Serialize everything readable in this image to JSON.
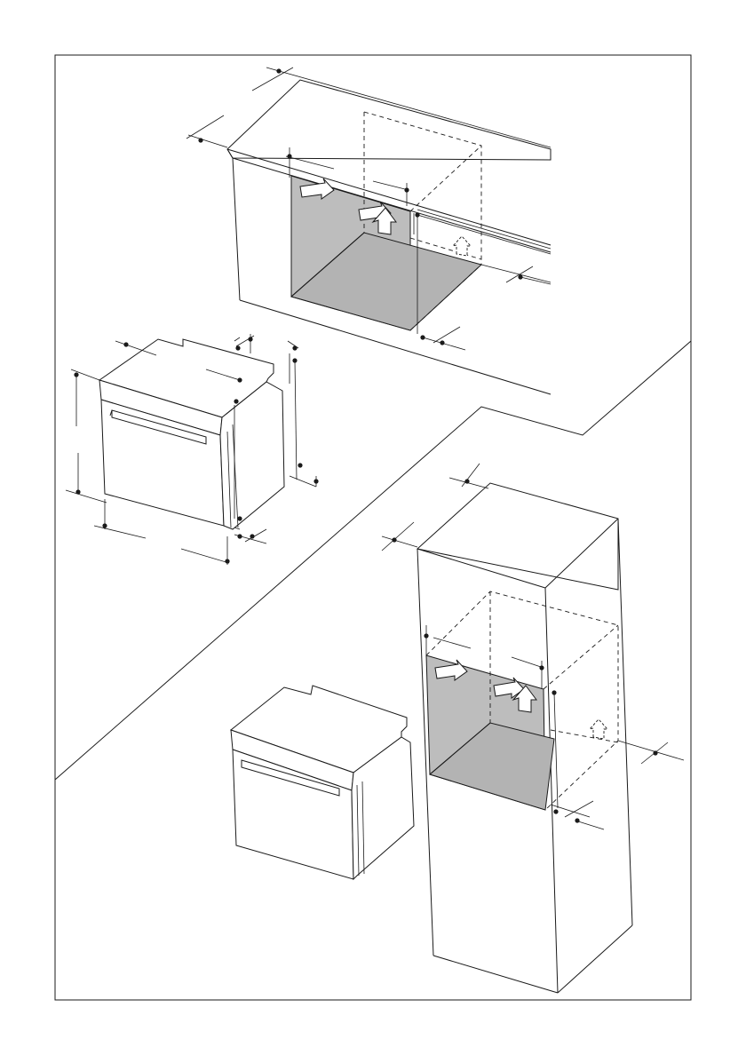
{
  "figure": {
    "description_visible_text": "",
    "panels": [
      {
        "id": "undercounter-niche"
      },
      {
        "id": "oven-dimensions"
      },
      {
        "id": "tall-column-niche"
      }
    ],
    "colors": {
      "line": "#1a1a1a",
      "cavity": "#bdbdbd",
      "cavity_floor": "#b3b3b3",
      "background": "#ffffff"
    },
    "icons": [
      "ventilation-arrow-icon",
      "dimension-marker-icon"
    ]
  }
}
